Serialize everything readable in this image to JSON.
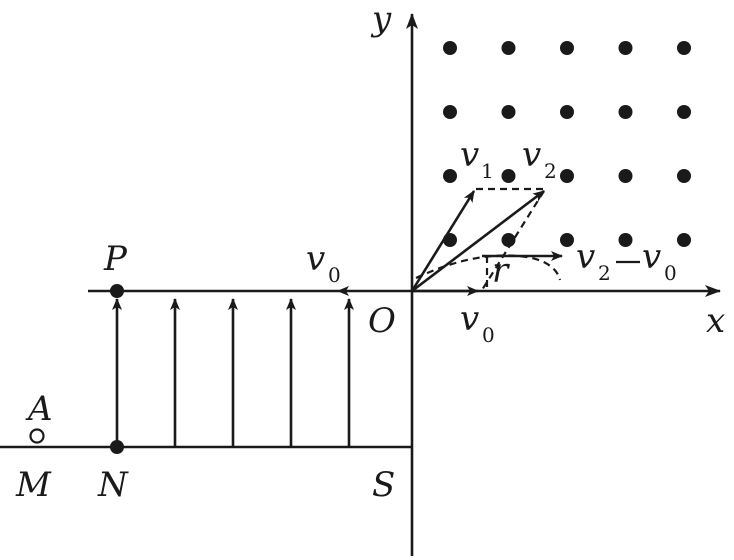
{
  "labels": {
    "y": "y",
    "x": "x",
    "origin": "O",
    "P": "P",
    "N": "N",
    "M": "M",
    "A": "A",
    "S": "S",
    "v": "v",
    "r": "r",
    "minus": "−"
  },
  "subscripts": {
    "zero": "0",
    "one": "1",
    "two": "2"
  },
  "field": {
    "symbol": "dot-out-of-page",
    "rows": 4,
    "cols": 5
  },
  "colors": {
    "ink": "#1a1a1a",
    "background": "#ffffff"
  }
}
